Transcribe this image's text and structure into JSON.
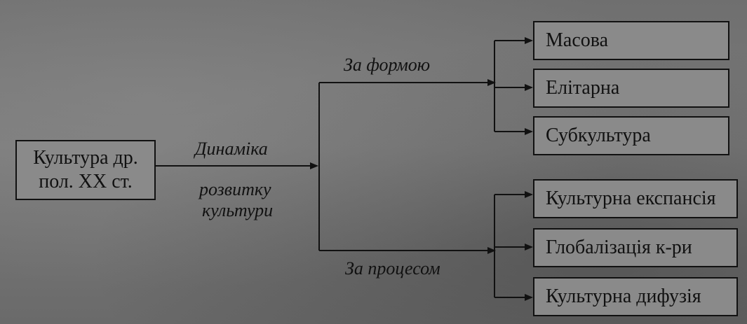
{
  "source_box": {
    "line1": "Культура др.",
    "line2": "пол. XX ст."
  },
  "edge_labels": {
    "dynamics": "Динаміка",
    "development": "розвитку",
    "of_culture": "культури",
    "by_form": "За формою",
    "by_process": "За процесом"
  },
  "form_targets": [
    "Масова",
    "Елітарна",
    "Субкультура"
  ],
  "process_targets": [
    "Культурна експансія",
    "Глобалізація к-ри",
    "Культурна дифузія"
  ]
}
